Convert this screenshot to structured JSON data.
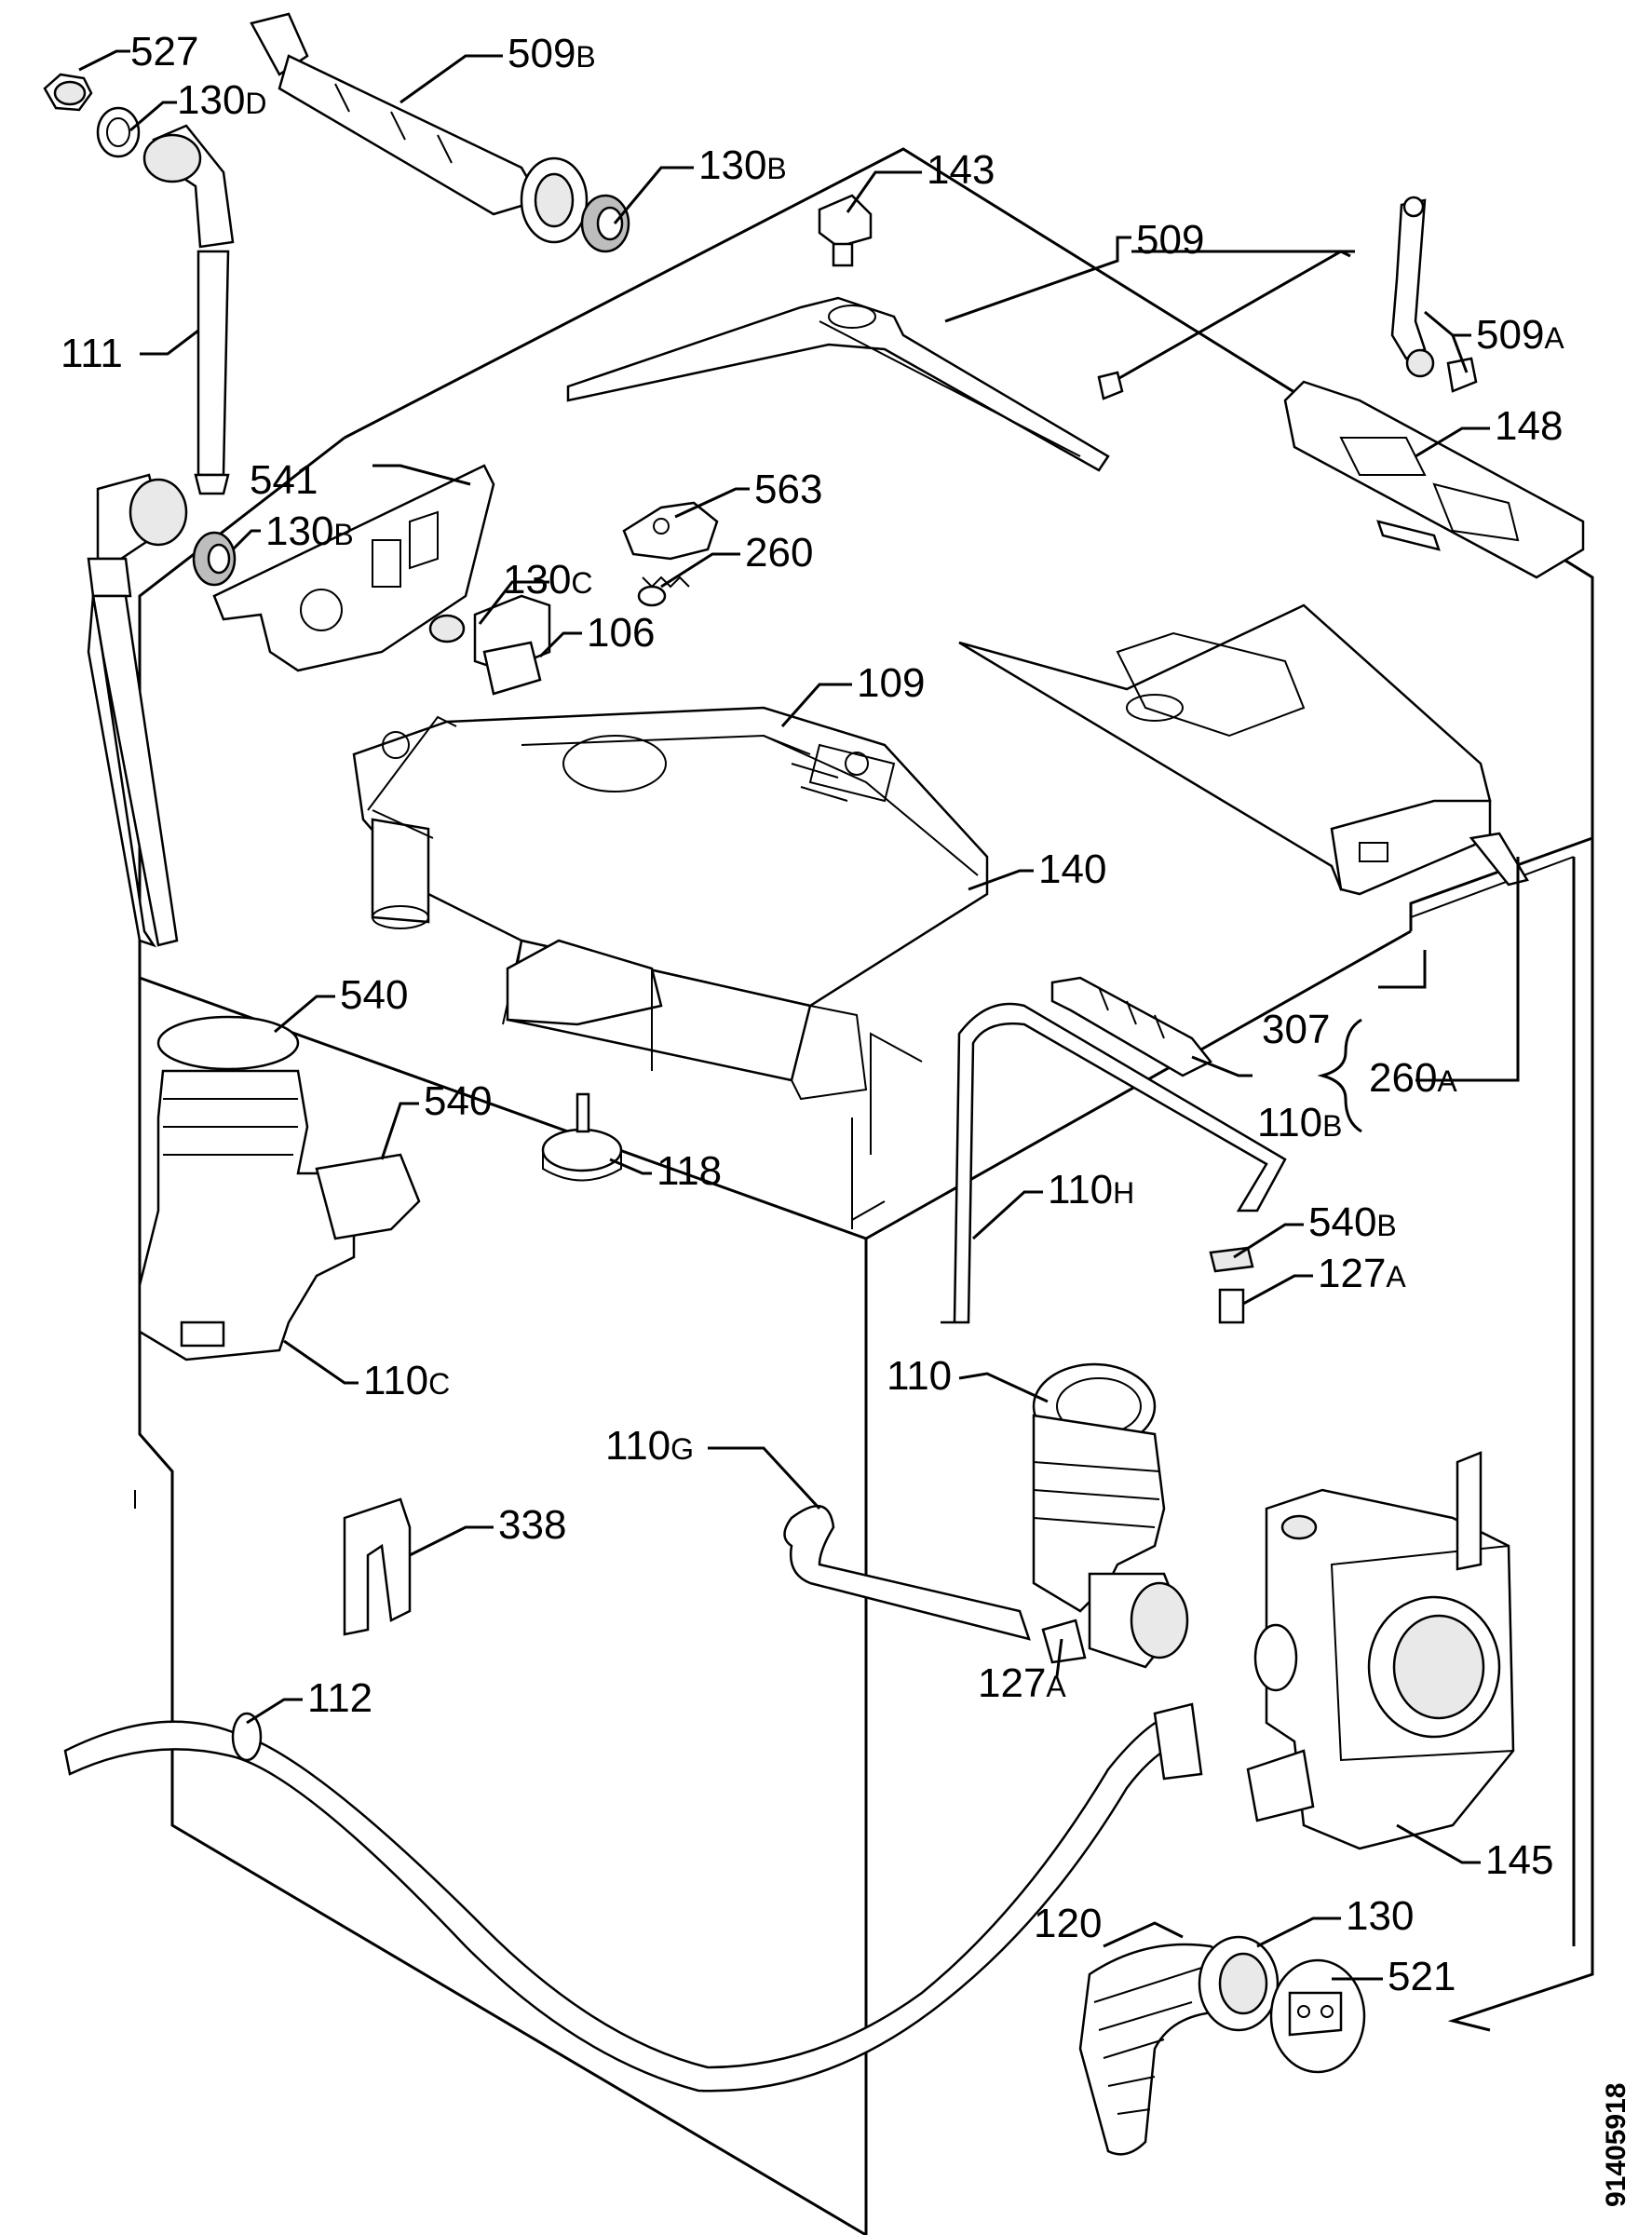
{
  "labels": {
    "p527": {
      "num": "527",
      "sub": ""
    },
    "p130d": {
      "num": "130",
      "sub": "D"
    },
    "p509b": {
      "num": "509",
      "sub": "B"
    },
    "p130b_top": {
      "num": "130",
      "sub": "B"
    },
    "p143": {
      "num": "143",
      "sub": ""
    },
    "p509": {
      "num": "509",
      "sub": ""
    },
    "p509a": {
      "num": "509",
      "sub": "A"
    },
    "p148": {
      "num": "148",
      "sub": ""
    },
    "p111": {
      "num": "111",
      "sub": ""
    },
    "p541": {
      "num": "541",
      "sub": ""
    },
    "p130b_mid": {
      "num": "130",
      "sub": "B"
    },
    "p563": {
      "num": "563",
      "sub": ""
    },
    "p260": {
      "num": "260",
      "sub": ""
    },
    "p130c": {
      "num": "130",
      "sub": "C"
    },
    "p106": {
      "num": "106",
      "sub": ""
    },
    "p109": {
      "num": "109",
      "sub": ""
    },
    "p140": {
      "num": "140",
      "sub": ""
    },
    "p540_a": {
      "num": "540",
      "sub": ""
    },
    "p540_b": {
      "num": "540",
      "sub": ""
    },
    "p307": {
      "num": "307",
      "sub": ""
    },
    "p260a": {
      "num": "260",
      "sub": "A"
    },
    "p110b": {
      "num": "110",
      "sub": "B"
    },
    "p118": {
      "num": "118",
      "sub": ""
    },
    "p110h": {
      "num": "110",
      "sub": "H"
    },
    "p540b": {
      "num": "540",
      "sub": "B"
    },
    "p127a_top": {
      "num": "127",
      "sub": "A"
    },
    "p110c": {
      "num": "110",
      "sub": "C"
    },
    "p110": {
      "num": "110",
      "sub": ""
    },
    "p110g": {
      "num": "110",
      "sub": "G"
    },
    "p338": {
      "num": "338",
      "sub": ""
    },
    "p127a_bot": {
      "num": "127",
      "sub": "A"
    },
    "p112": {
      "num": "112",
      "sub": ""
    },
    "p145": {
      "num": "145",
      "sub": ""
    },
    "p130": {
      "num": "130",
      "sub": ""
    },
    "p120": {
      "num": "120",
      "sub": ""
    },
    "p521": {
      "num": "521",
      "sub": ""
    }
  },
  "document_code": "91405918"
}
